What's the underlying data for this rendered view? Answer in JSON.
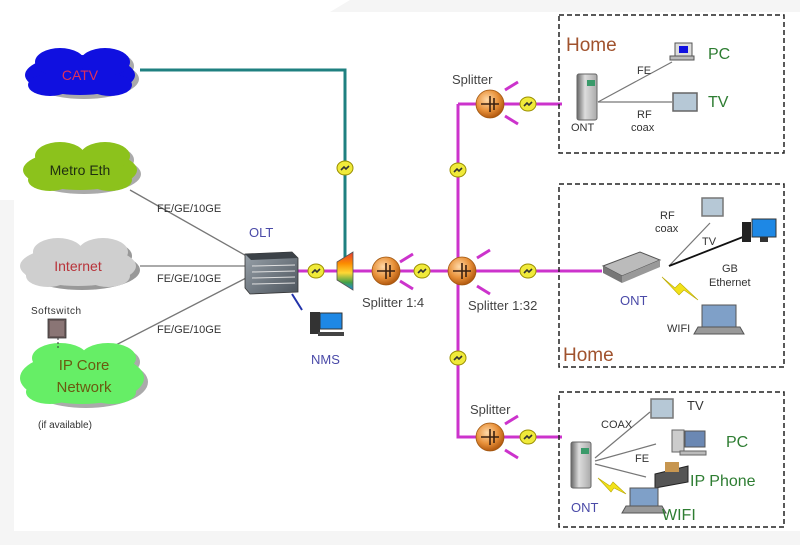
{
  "colors": {
    "fiber": "#cc33cc",
    "catv_line": "#1f8080",
    "copper": "#777777",
    "home_title": "#a0522d",
    "device_label": "#2e7d32",
    "nms_label": "#4a4aa8",
    "dark_label": "#333333"
  },
  "clouds": {
    "catv": {
      "label": "CATV",
      "fill": "#1010e0",
      "text": "#e0305a"
    },
    "metro": {
      "label": "Metro Eth",
      "fill": "#8cc21c",
      "text": "#1e2e10"
    },
    "internet": {
      "label": "Internet",
      "fill": "#c8c8c8",
      "text": "#b8333a"
    },
    "ipcore": {
      "label_line1": "IP Core",
      "label_line2": "Network",
      "fill": "#66ee66",
      "text": "#6a5a10"
    }
  },
  "links": {
    "metro_olt": "FE/GE/10GE",
    "internet_olt": "FE/GE/10GE",
    "ipcore_olt": "FE/GE/10GE"
  },
  "softswitch": "Softswitch",
  "if_available": "(if available)",
  "olt": "OLT",
  "nms": "NMS",
  "splitters": {
    "s14": "Splitter 1:4",
    "s132": "Splitter 1:32",
    "top": "Splitter",
    "bottom": "Splitter"
  },
  "homes": {
    "home1": {
      "title": "Home",
      "ont": "ONT",
      "fe": "FE",
      "rf1": "RF",
      "rf2": "coax",
      "pc": "PC",
      "tv": "TV"
    },
    "home2": {
      "title": "Home",
      "ont": "ONT",
      "rf1": "RF",
      "rf2": "coax",
      "tv": "TV",
      "gb1": "GB",
      "gb2": "Ethernet",
      "wifi": "WIFI"
    },
    "home3": {
      "ont": "ONT",
      "coax": "COAX",
      "fe": "FE",
      "tv": "TV",
      "pc": "PC",
      "phone": "IP Phone",
      "wifi": "WIFI"
    }
  }
}
